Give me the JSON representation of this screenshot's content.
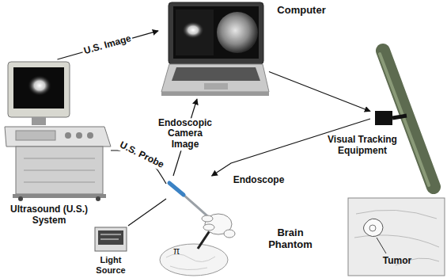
{
  "diagram": {
    "nodes": [
      {
        "text": [
          "Computer"
        ]
      },
      {
        "text": [
          "Ultrasound (U.S.) System"
        ]
      },
      {
        "text": [
          "Visual Tracking Equipment"
        ]
      },
      {
        "text": [
          "Endoscope"
        ]
      },
      {
        "text": [
          "Light Source"
        ]
      },
      {
        "text": [
          "Brain Phantom"
        ]
      },
      {
        "text": [
          "Tumor"
        ]
      }
    ],
    "edges": [
      {
        "from": 1,
        "to": 0,
        "label": "U.S. Image",
        "arrow": "to"
      },
      {
        "from": 3,
        "to": 0,
        "label": "Endoscopic Camera Image",
        "arrow": "to"
      },
      {
        "from": 0,
        "to": 2,
        "arrow": "to"
      },
      {
        "from": 2,
        "to": 3,
        "arrow": "to"
      },
      {
        "from": 1,
        "to": 3,
        "label": "U.S. Probe",
        "arrow": "none"
      },
      {
        "from": 4,
        "to": 3,
        "arrow": "none"
      }
    ],
    "labels": [
      "π"
    ]
  }
}
